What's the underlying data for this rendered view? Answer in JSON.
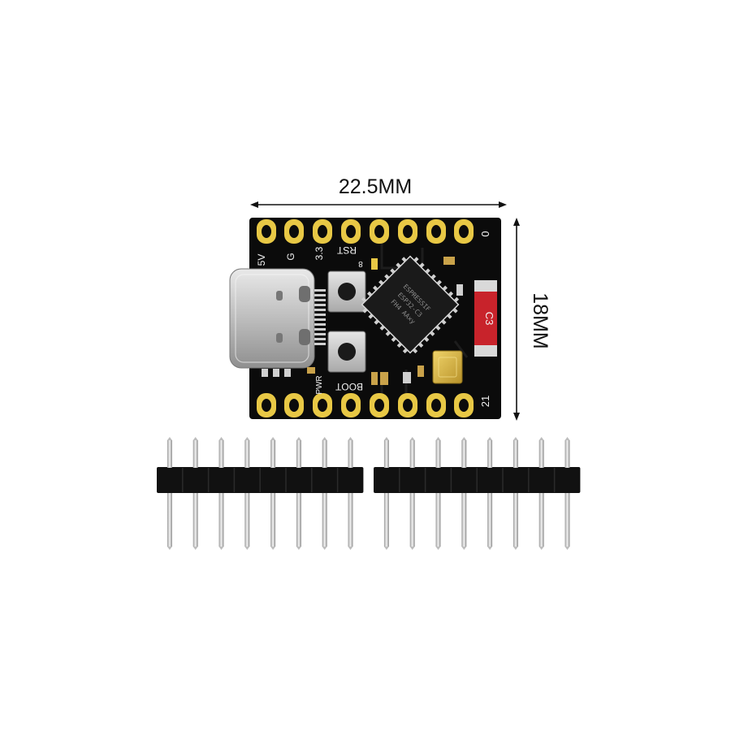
{
  "dimensions": {
    "width_label": "22.5MM",
    "height_label": "18MM"
  },
  "board": {
    "top_pin_label": "0",
    "bottom_pin_label": "21",
    "silkscreen": {
      "five_volt": "5V",
      "ground": "G",
      "three_three": "3.3",
      "reset": "RST",
      "boot": "BOOT",
      "power": "PWR",
      "pin_eight": "8"
    },
    "antenna_label": "C3",
    "chip_marking": [
      "ESPRESSIF",
      "ESP32-C3",
      "FH4 AAxy"
    ],
    "colors": {
      "pcb": "#0b0b0b",
      "pad_gold": "#e8c845",
      "antenna_red": "#c8232b",
      "crystal_gold": "#d9b53a",
      "usb_silver": "#c9c9c9"
    }
  },
  "headers": {
    "left_pin_count": 8,
    "right_pin_count": 8
  }
}
